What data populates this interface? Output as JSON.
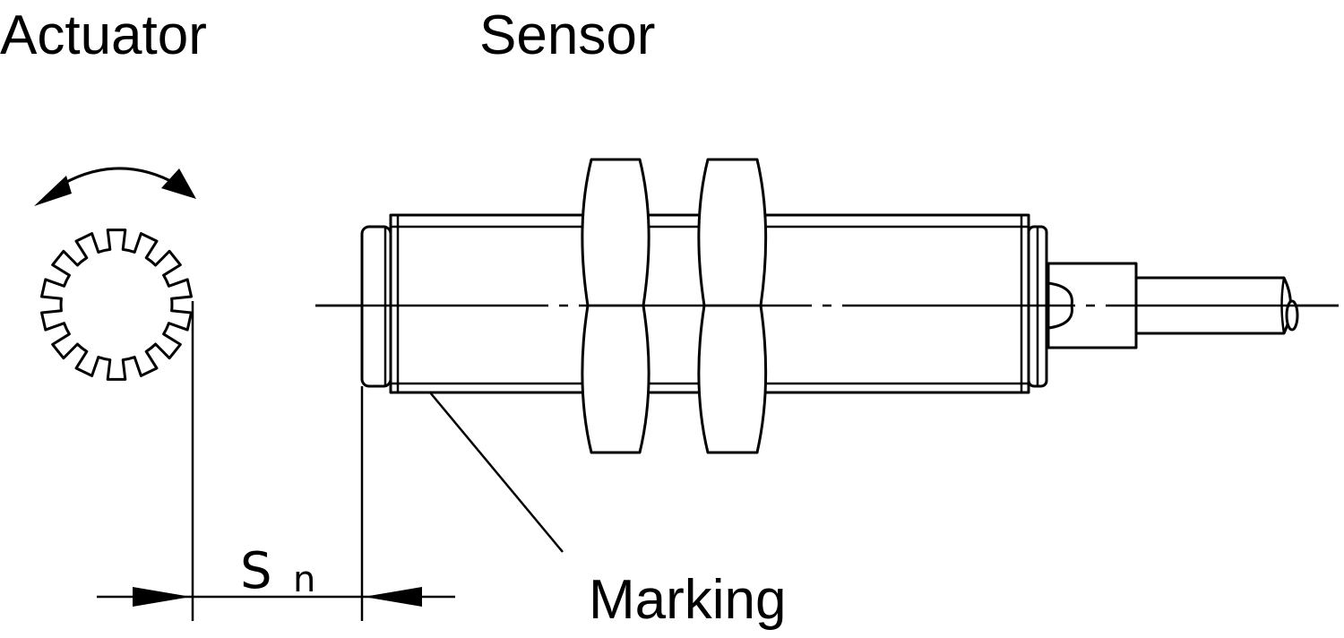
{
  "labels": {
    "actuator": "Actuator",
    "sensor": "Sensor",
    "marking": "Marking",
    "distance_symbol": "S",
    "distance_subscript": "n"
  },
  "colors": {
    "line": "#000000",
    "background": "#ffffff"
  }
}
